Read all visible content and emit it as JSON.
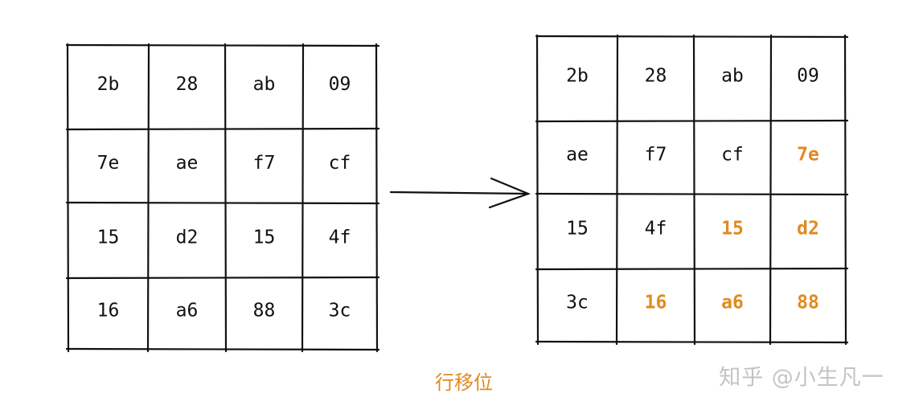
{
  "before": {
    "cells": [
      [
        "2b",
        "28",
        "ab",
        "09"
      ],
      [
        "7e",
        "ae",
        "f7",
        "cf"
      ],
      [
        "15",
        "d2",
        "15",
        "4f"
      ],
      [
        "16",
        "a6",
        "88",
        "3c"
      ]
    ]
  },
  "after": {
    "cells": [
      [
        "2b",
        "28",
        "ab",
        "09"
      ],
      [
        "ae",
        "f7",
        "cf",
        "7e"
      ],
      [
        "15",
        "4f",
        "15",
        "d2"
      ],
      [
        "3c",
        "16",
        "a6",
        "88"
      ]
    ],
    "highlighted": [
      [
        false,
        false,
        false,
        false
      ],
      [
        false,
        false,
        false,
        true
      ],
      [
        false,
        false,
        true,
        true
      ],
      [
        false,
        true,
        true,
        true
      ]
    ]
  },
  "caption": "行移位",
  "watermark": "知乎 @小生凡一",
  "colors": {
    "ink": "#111111",
    "highlight": "#e08a1e",
    "caption": "#e08a1e",
    "watermark": "#c4c4c4"
  }
}
